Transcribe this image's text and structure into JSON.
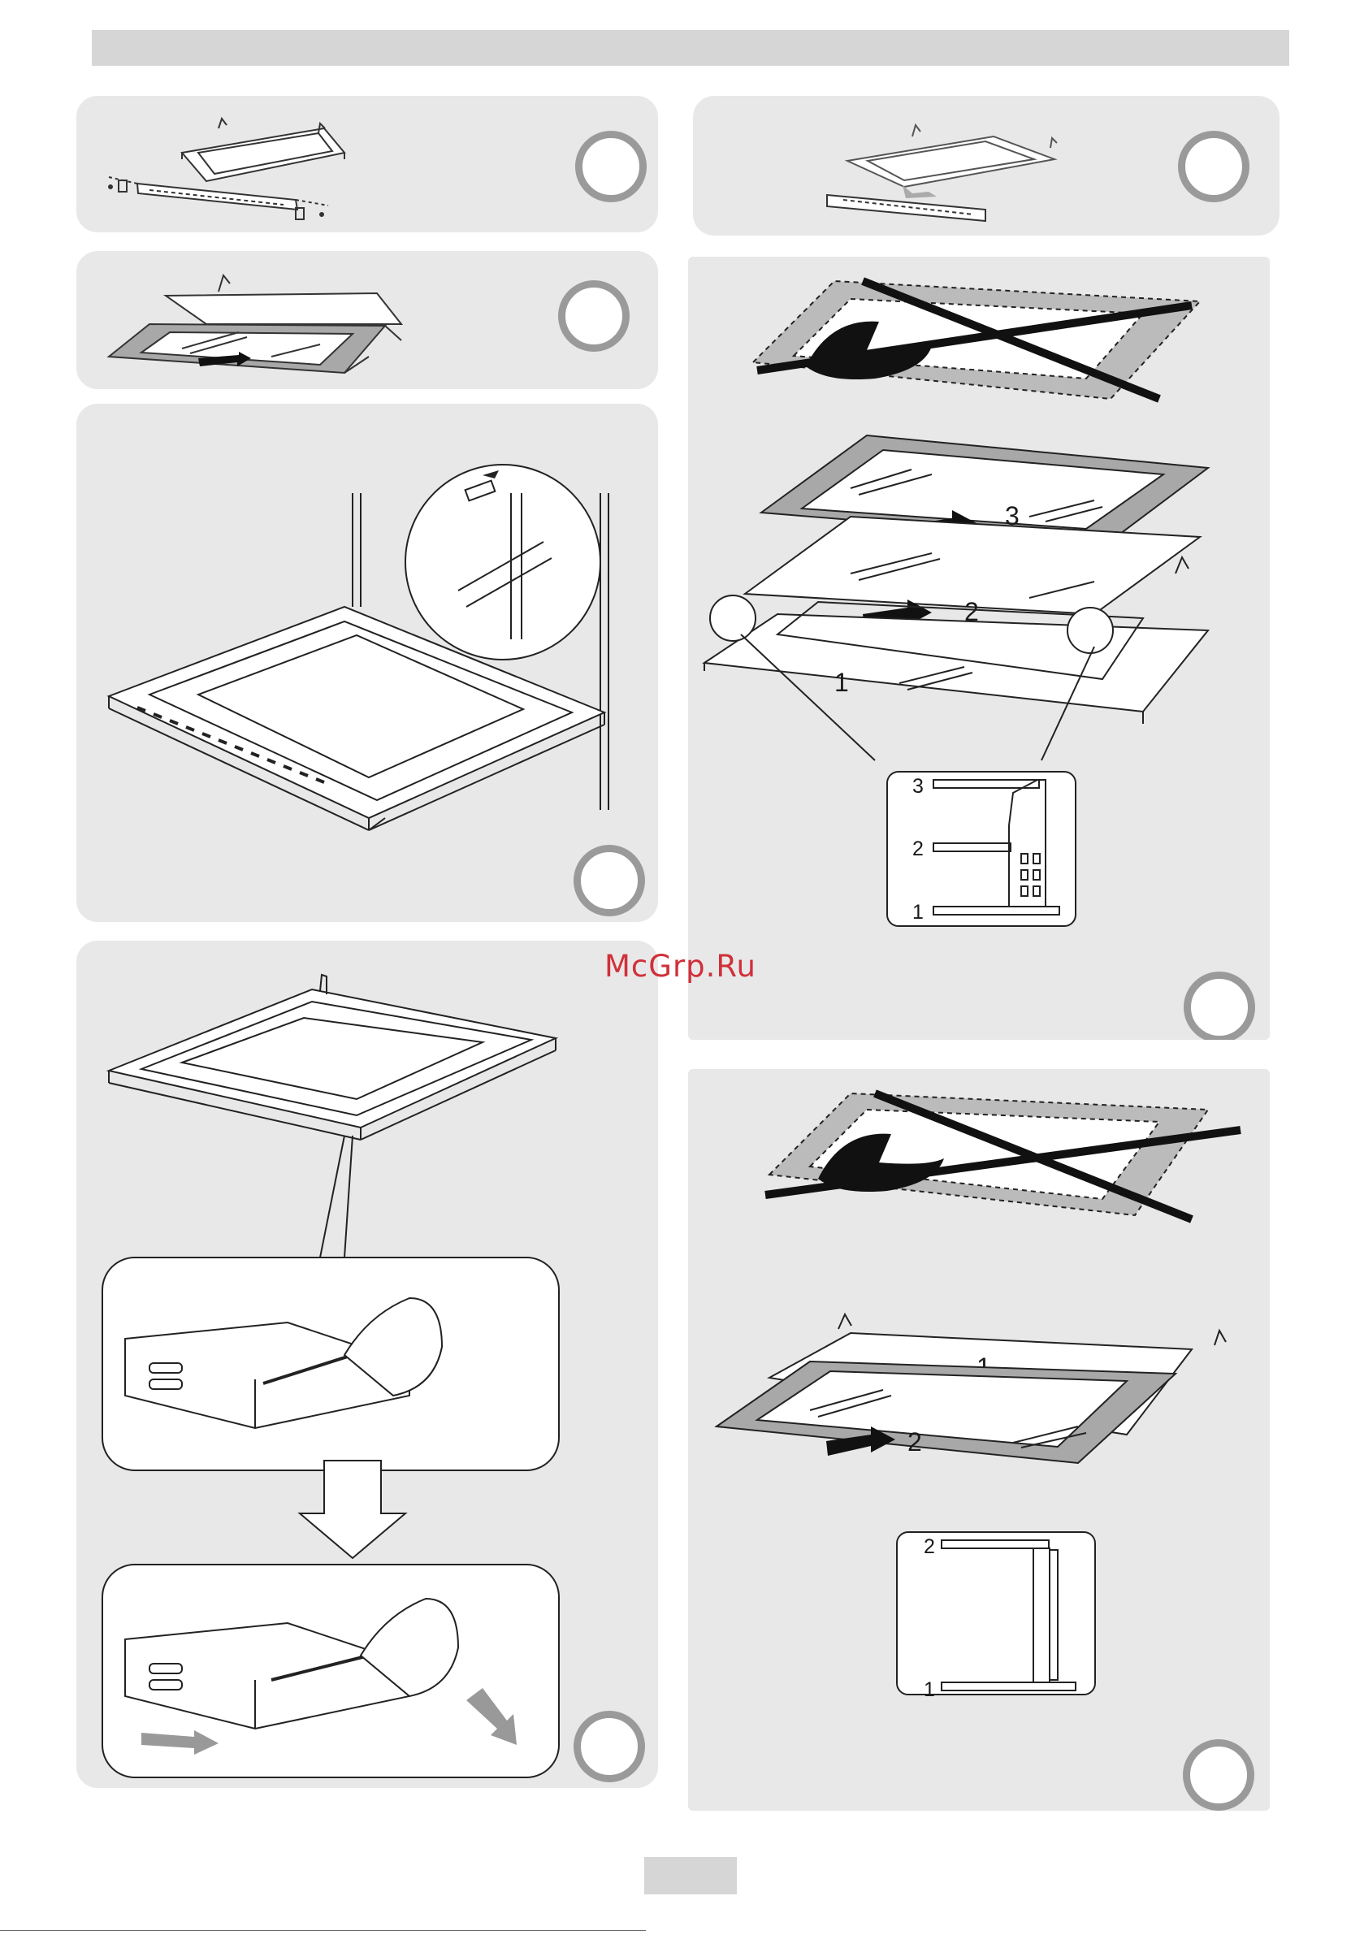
{
  "header": {
    "bar": ""
  },
  "watermark": "McGrp.Ru",
  "footer": {
    "page_number": ""
  },
  "diagrams": {
    "glass_stack_three": {
      "labels": [
        "3",
        "2",
        "1"
      ],
      "detail_labels": [
        "3",
        "2",
        "1"
      ]
    },
    "glass_stack_two": {
      "labels": [
        "1",
        "2"
      ],
      "detail_labels": [
        "2",
        "1"
      ]
    }
  },
  "colors": {
    "panel": "#e8e8e8",
    "ring": "#9a9a9a",
    "bar": "#d6d6d6",
    "watermark": "#d0303a"
  }
}
